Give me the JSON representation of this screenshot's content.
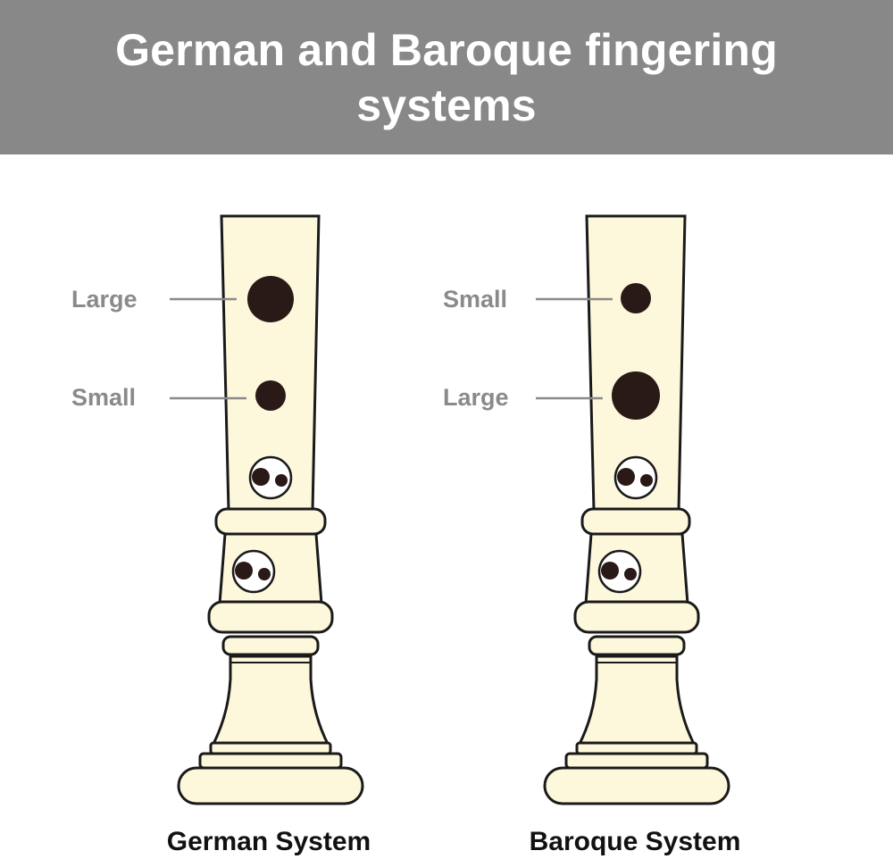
{
  "title": "German and Baroque fingering systems",
  "colors": {
    "header_bg": "#888888",
    "recorder_body": "#fdf8dc",
    "hole": "#2a1a17",
    "label_gray": "#8a8a8a"
  },
  "recorders": [
    {
      "system_label": "German System",
      "hole_labels": {
        "top": "Large",
        "second": "Small"
      }
    },
    {
      "system_label": "Baroque System",
      "hole_labels": {
        "top": "Small",
        "second": "Large"
      }
    }
  ]
}
